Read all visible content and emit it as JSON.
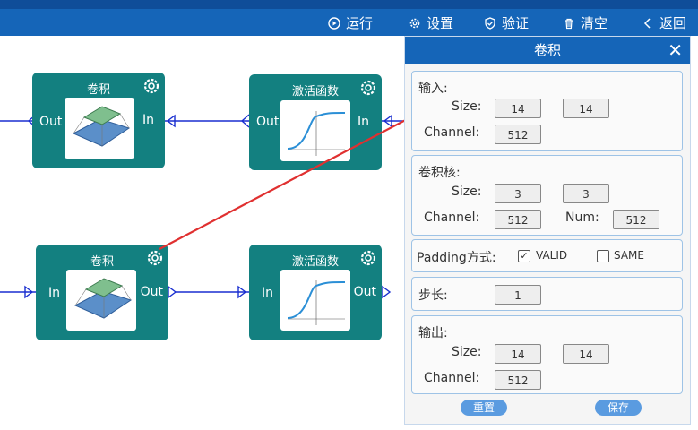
{
  "toolbar": {
    "run_label": "运行",
    "settings_label": "设置",
    "verify_label": "验证",
    "clear_label": "清空",
    "back_label": "返回"
  },
  "nodes": {
    "conv_top": {
      "title": "卷积",
      "left_port": "Out",
      "right_port": "In"
    },
    "act_top": {
      "title": "激活函数",
      "left_port": "Out",
      "right_port": "In"
    },
    "conv_bottom": {
      "title": "卷积",
      "left_port": "In",
      "right_port": "Out"
    },
    "act_bottom": {
      "title": "激活函数",
      "left_port": "In",
      "right_port": "Out"
    }
  },
  "panel": {
    "title": "卷积",
    "close": "✕",
    "input": {
      "label": "输入:",
      "size_label": "Size:",
      "size_w": "14",
      "size_h": "14",
      "channel_label": "Channel:",
      "channel": "512"
    },
    "kernel": {
      "label": "卷积核:",
      "size_label": "Size:",
      "size_w": "3",
      "size_h": "3",
      "channel_label": "Channel:",
      "channel": "512",
      "num_label": "Num:",
      "num": "512"
    },
    "padding": {
      "label": "Padding方式:",
      "valid_label": "VALID",
      "valid_checked": "✓",
      "same_label": "SAME"
    },
    "stride": {
      "label": "步长:",
      "value": "1"
    },
    "output": {
      "label": "输出:",
      "size_label": "Size:",
      "size_w": "14",
      "size_h": "14",
      "channel_label": "Channel:",
      "channel": "512"
    },
    "reset_label": "重置",
    "save_label": "保存"
  },
  "colors": {
    "accent": "#1565b8",
    "node": "#138080",
    "arrow": "#e03030",
    "connector": "#1a2fd0"
  }
}
